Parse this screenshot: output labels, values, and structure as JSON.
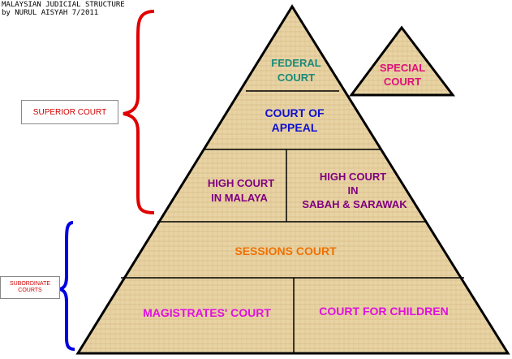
{
  "credit": {
    "line1": "MALAYSIAN JUDICIAL STRUCTURE",
    "line2": "by NURUL AISYAH 7/2011"
  },
  "side_labels": {
    "superior": "SUPERIOR COURT",
    "subordinate_line1": "SUBORDINATE",
    "subordinate_line2": "COURTS"
  },
  "courts": {
    "federal": {
      "line1": "FEDERAL",
      "line2": "COURT"
    },
    "special": {
      "line1": "SPECIAL",
      "line2": "COURT"
    },
    "appeal": {
      "line1": "COURT OF",
      "line2": "APPEAL"
    },
    "malaya": {
      "line1": "HIGH COURT",
      "line2": "IN MALAYA"
    },
    "sabah": {
      "line1": "HIGH COURT",
      "line2": "IN",
      "line3": "SABAH & SARAWAK"
    },
    "sessions": {
      "line1": "SESSIONS COURT"
    },
    "magistrates": {
      "line1": "MAGISTRATES' COURT"
    },
    "children": {
      "line1": "COURT FOR CHILDREN"
    }
  },
  "colors": {
    "federal": "#1a8a7a",
    "special": "#e0107a",
    "appeal": "#1010d0",
    "high": "#800080",
    "sessions": "#f07000",
    "lower": "#e010e0",
    "superior_brace": "#e00000",
    "subordinate_brace": "#0000e0",
    "papyrus": "#e8d3a4"
  }
}
